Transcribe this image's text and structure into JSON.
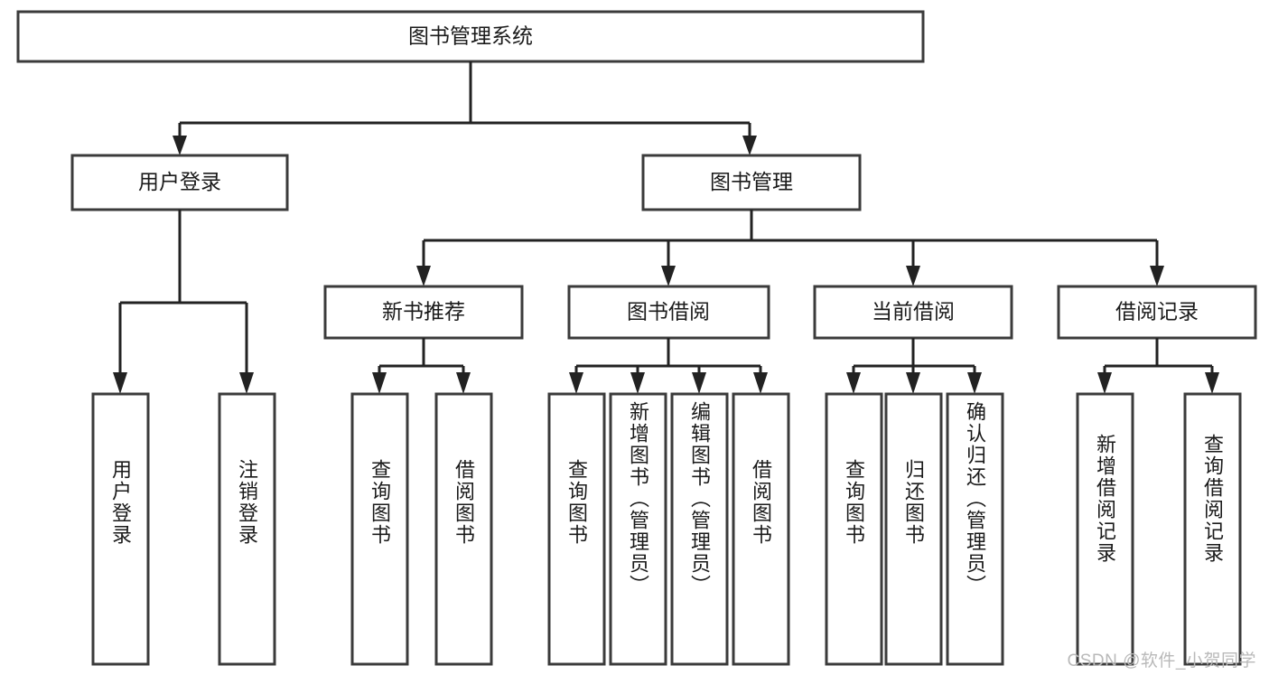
{
  "diagram": {
    "title": "图书管理系统",
    "type": "tree",
    "background_color": "#ffffff",
    "box_stroke_color": "#3b3b3b",
    "connector_color": "#222222",
    "text_color": "#1a1a1a",
    "root": {
      "label": "图书管理系统",
      "orientation": "horizontal"
    },
    "level2": [
      {
        "label": "用户登录",
        "orientation": "horizontal"
      },
      {
        "label": "图书管理",
        "orientation": "horizontal"
      }
    ],
    "level3": [
      {
        "label": "新书推荐",
        "orientation": "horizontal"
      },
      {
        "label": "图书借阅",
        "orientation": "horizontal"
      },
      {
        "label": "当前借阅",
        "orientation": "horizontal"
      },
      {
        "label": "借阅记录",
        "orientation": "horizontal"
      }
    ],
    "leaves": {
      "user_login": [
        {
          "label": "用户登录",
          "orientation": "vertical"
        },
        {
          "label": "注销登录",
          "orientation": "vertical"
        }
      ],
      "new_book_recommend": [
        {
          "label": "查询图书",
          "orientation": "vertical"
        },
        {
          "label": "借阅图书",
          "orientation": "vertical"
        }
      ],
      "book_borrow": [
        {
          "label": "查询图书",
          "orientation": "vertical"
        },
        {
          "label": "新增图书（管理员）",
          "orientation": "vertical"
        },
        {
          "label": "编辑图书（管理员）",
          "orientation": "vertical"
        },
        {
          "label": "借阅图书",
          "orientation": "vertical"
        }
      ],
      "current_borrow": [
        {
          "label": "查询图书",
          "orientation": "vertical"
        },
        {
          "label": "归还图书",
          "orientation": "vertical"
        },
        {
          "label": "确认归还（管理员）",
          "orientation": "vertical"
        }
      ],
      "borrow_record": [
        {
          "label": "新增借阅记录",
          "orientation": "vertical"
        },
        {
          "label": "查询借阅记录",
          "orientation": "vertical"
        }
      ]
    }
  },
  "watermark": {
    "text": "CSDN @软件_小贺同学",
    "color": "#b9b9b9"
  }
}
